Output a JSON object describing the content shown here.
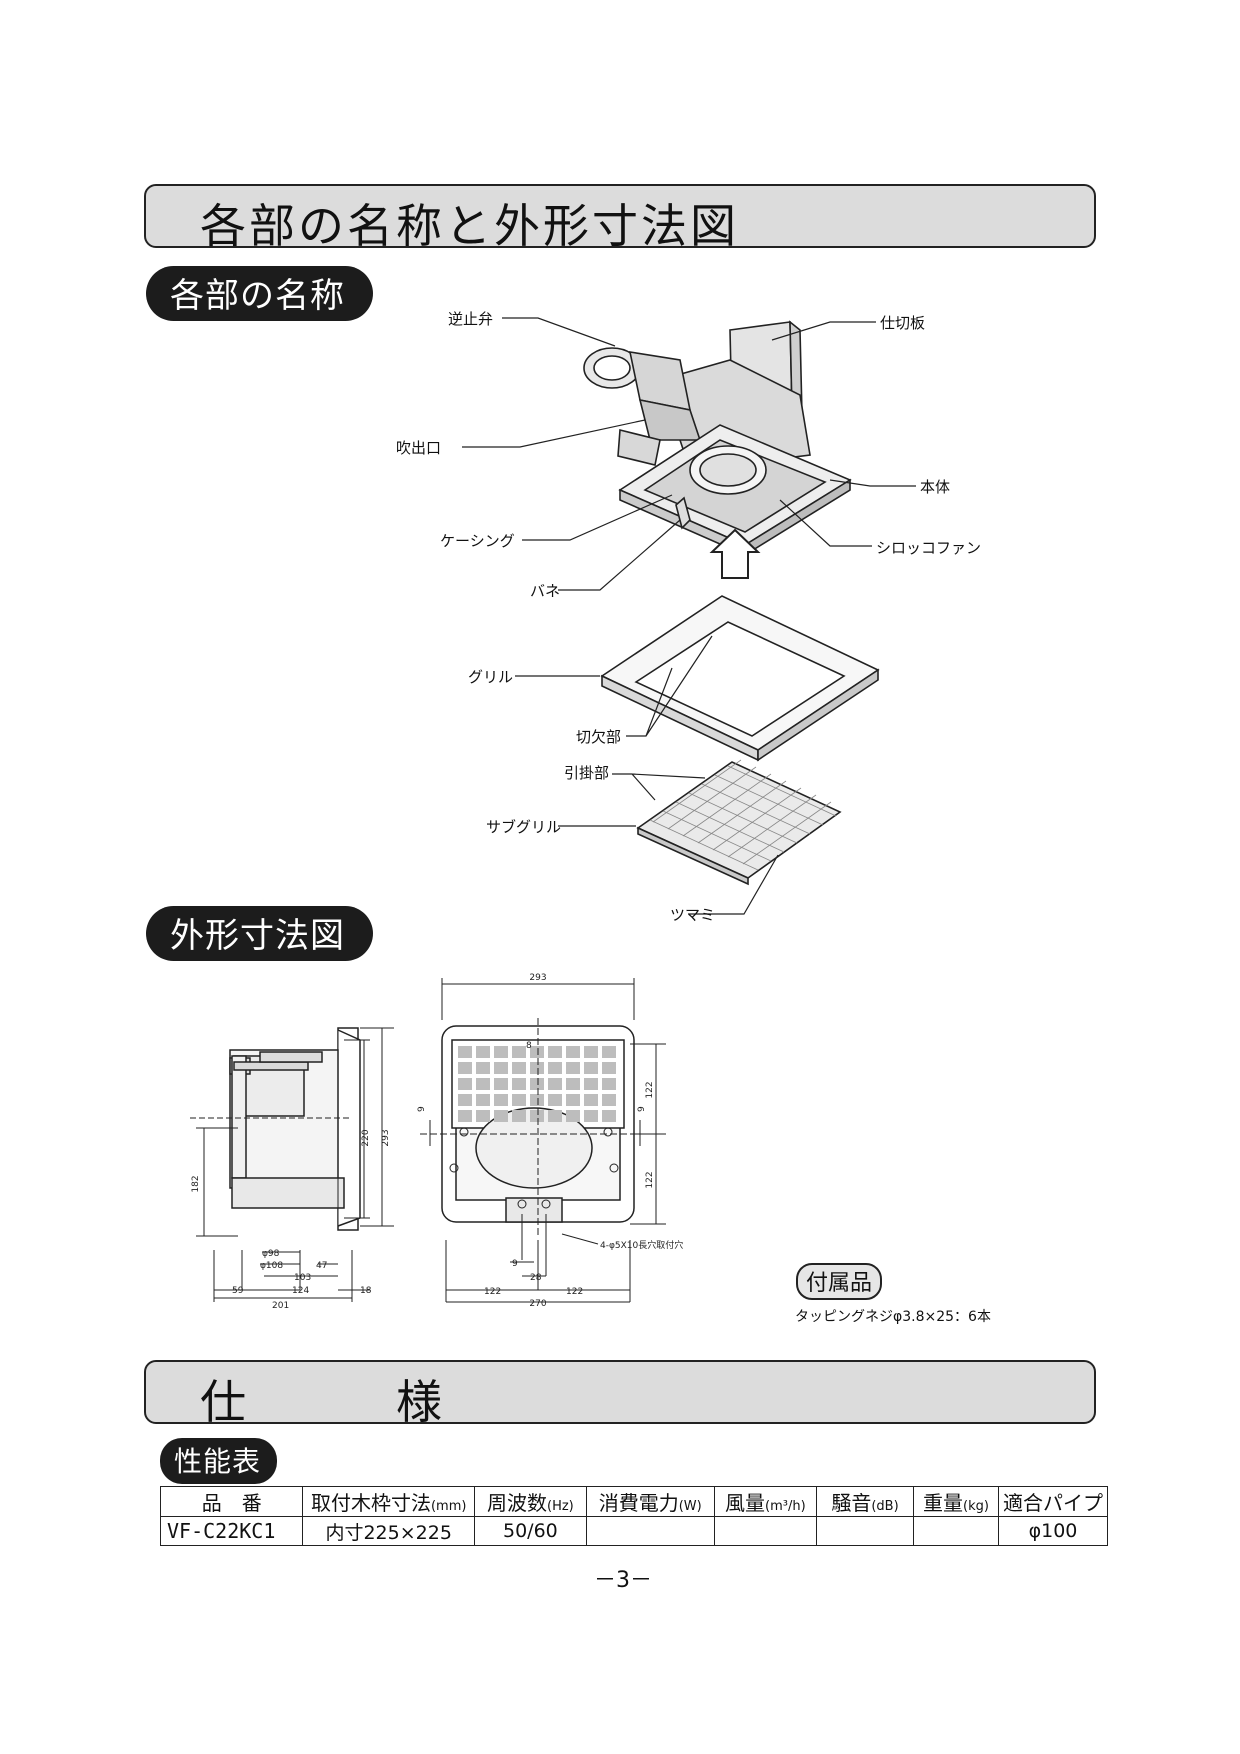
{
  "sections": {
    "main_title": "各部の名称と外形寸法図",
    "spec_title": "仕　　　様"
  },
  "subsections": {
    "parts": "各部の名称",
    "dimensions": "外形寸法図",
    "performance": "性能表"
  },
  "parts_labels": {
    "check_valve": "逆止弁",
    "partition": "仕切板",
    "outlet": "吹出口",
    "body": "本体",
    "casing": "ケーシング",
    "sirocco_fan": "シロッコファン",
    "spring": "バネ",
    "grille": "グリル",
    "notch": "切欠部",
    "hook": "引掛部",
    "sub_grille": "サブグリル",
    "knob": "ツマミ"
  },
  "dimensions": {
    "d293_top": "293",
    "d293_side": "293",
    "d220": "220",
    "d182": "182",
    "d98": "φ98",
    "d108": "φ108",
    "d47": "47",
    "d103": "103",
    "d59": "59",
    "d124": "124",
    "d18": "18",
    "d201": "201",
    "d9_left": "9",
    "d9_right": "9",
    "d122_upper": "122",
    "d122_lower": "122",
    "d9_bottom": "9",
    "d28": "28",
    "d122_bl": "122",
    "d122_br": "122",
    "d270": "270",
    "d8": "8",
    "hole_note": "4-φ5X10長穴取付穴"
  },
  "accessory": {
    "title": "付属品",
    "text": "タッピングネジφ3.8×25：6本"
  },
  "spec_table": {
    "headers": {
      "model": "品　番",
      "frame": "取付木枠寸法",
      "frame_unit": "(mm)",
      "freq": "周波数",
      "freq_unit": "(Hz)",
      "power": "消費電力",
      "power_unit": "(W)",
      "airflow": "風量",
      "airflow_unit": "(m³/h)",
      "noise": "騒音",
      "noise_unit": "(dB)",
      "weight": "重量",
      "weight_unit": "(kg)",
      "pipe": "適合パイプ"
    },
    "row": {
      "model": "VF-C22KC1",
      "frame": "内寸225×225",
      "freq": "50/60",
      "power": "",
      "airflow": "",
      "noise": "",
      "weight": "",
      "pipe": "φ100"
    }
  },
  "page_number": "－3－"
}
